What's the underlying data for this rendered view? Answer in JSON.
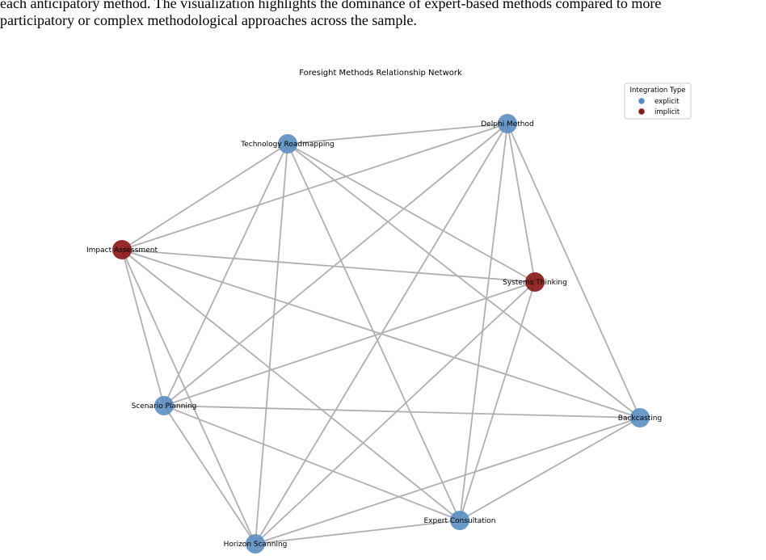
{
  "caption": {
    "line1": "each anticipatory method. The visualization highlights the dominance of expert-based methods compared to more",
    "line2": "participatory or complex methodological approaches across the sample."
  },
  "network": {
    "title": "Foresight Methods Relationship Network",
    "legend": {
      "title": "Integration Type",
      "items": [
        {
          "label": "explicit",
          "color": "#5b8fc2"
        },
        {
          "label": "implicit",
          "color": "#8b1a1a"
        }
      ]
    },
    "nodes": [
      {
        "id": "delphi",
        "label": "Delphi Method",
        "type": "explicit"
      },
      {
        "id": "roadmap",
        "label": "Technology Roadmapping",
        "type": "explicit"
      },
      {
        "id": "impact",
        "label": "Impact Assessment",
        "type": "implicit"
      },
      {
        "id": "systems",
        "label": "Systems Thinking",
        "type": "implicit"
      },
      {
        "id": "scenario",
        "label": "Scenario Planning",
        "type": "explicit"
      },
      {
        "id": "backcasting",
        "label": "Backcasting",
        "type": "explicit"
      },
      {
        "id": "expert",
        "label": "Expert Consultation",
        "type": "explicit"
      },
      {
        "id": "horizon",
        "label": "Horizon Scanning",
        "type": "explicit"
      }
    ],
    "edges": [
      [
        "roadmap",
        "delphi"
      ],
      [
        "roadmap",
        "impact"
      ],
      [
        "roadmap",
        "systems"
      ],
      [
        "roadmap",
        "scenario"
      ],
      [
        "roadmap",
        "backcasting"
      ],
      [
        "roadmap",
        "expert"
      ],
      [
        "roadmap",
        "horizon"
      ],
      [
        "delphi",
        "impact"
      ],
      [
        "delphi",
        "systems"
      ],
      [
        "delphi",
        "scenario"
      ],
      [
        "delphi",
        "backcasting"
      ],
      [
        "delphi",
        "expert"
      ],
      [
        "delphi",
        "horizon"
      ],
      [
        "impact",
        "systems"
      ],
      [
        "impact",
        "scenario"
      ],
      [
        "impact",
        "backcasting"
      ],
      [
        "impact",
        "expert"
      ],
      [
        "impact",
        "horizon"
      ],
      [
        "systems",
        "scenario"
      ],
      [
        "systems",
        "expert"
      ],
      [
        "systems",
        "horizon"
      ],
      [
        "scenario",
        "backcasting"
      ],
      [
        "scenario",
        "expert"
      ],
      [
        "scenario",
        "horizon"
      ],
      [
        "backcasting",
        "expert"
      ],
      [
        "backcasting",
        "horizon"
      ],
      [
        "expert",
        "horizon"
      ]
    ]
  }
}
